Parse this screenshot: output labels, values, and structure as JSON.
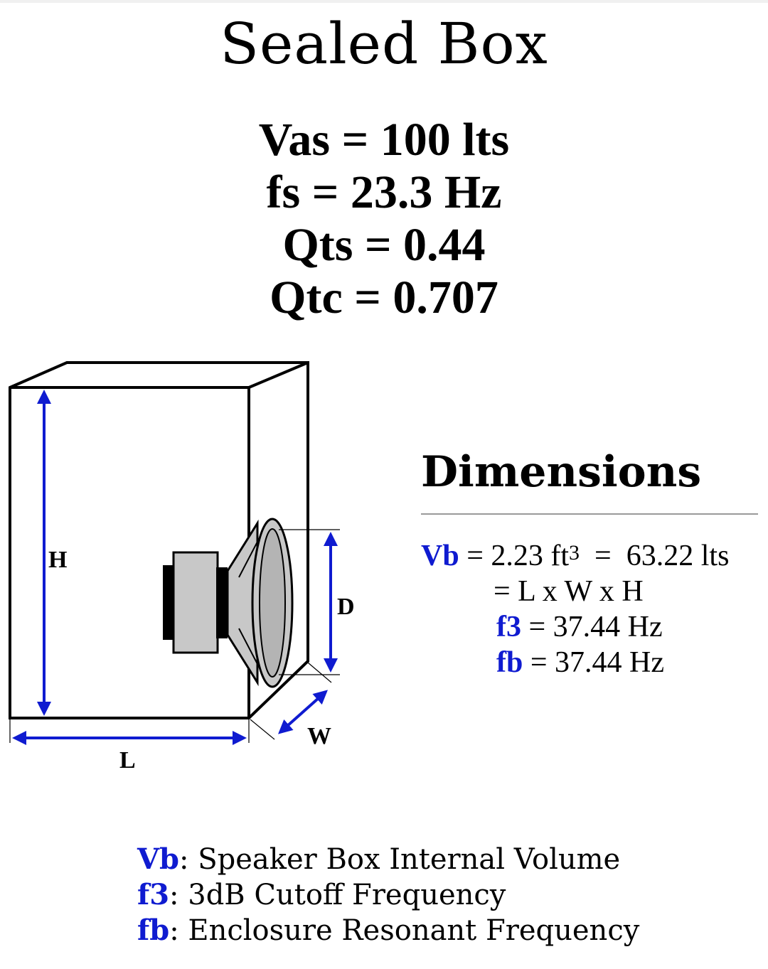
{
  "page": {
    "title": "Sealed Box"
  },
  "params": {
    "vas": "Vas = 100 lts",
    "fs": "fs = 23.3 Hz",
    "qts": "Qts = 0.44",
    "qtc": "Qtc = 0.707"
  },
  "diagram": {
    "label_h": "H",
    "label_d": "D",
    "label_l": "L",
    "label_w": "W",
    "colors": {
      "arrow": "#0f1bd0",
      "speaker_gray": "#c8c8c8",
      "outline": "#000000"
    }
  },
  "dimensions": {
    "heading": "Dimensions",
    "vb_symbol": "Vb",
    "vb_eq": " = 2.23 ft",
    "vb_exp": "3",
    "vb_lts": "  =  63.22 lts",
    "formula": "= L x W x H",
    "f3_symbol": "f3",
    "f3_value": " = 37.44 Hz",
    "fb_symbol": "fb",
    "fb_value": " = 37.44 Hz"
  },
  "legend": {
    "vb_symbol": "Vb",
    "vb_desc": ": Speaker Box Internal Volume",
    "f3_symbol": "f3",
    "f3_desc": ": 3dB Cutoff Frequency",
    "fb_symbol": "fb",
    "fb_desc": ": Enclosure Resonant Frequency"
  },
  "accent_color": "#0f1bd0"
}
